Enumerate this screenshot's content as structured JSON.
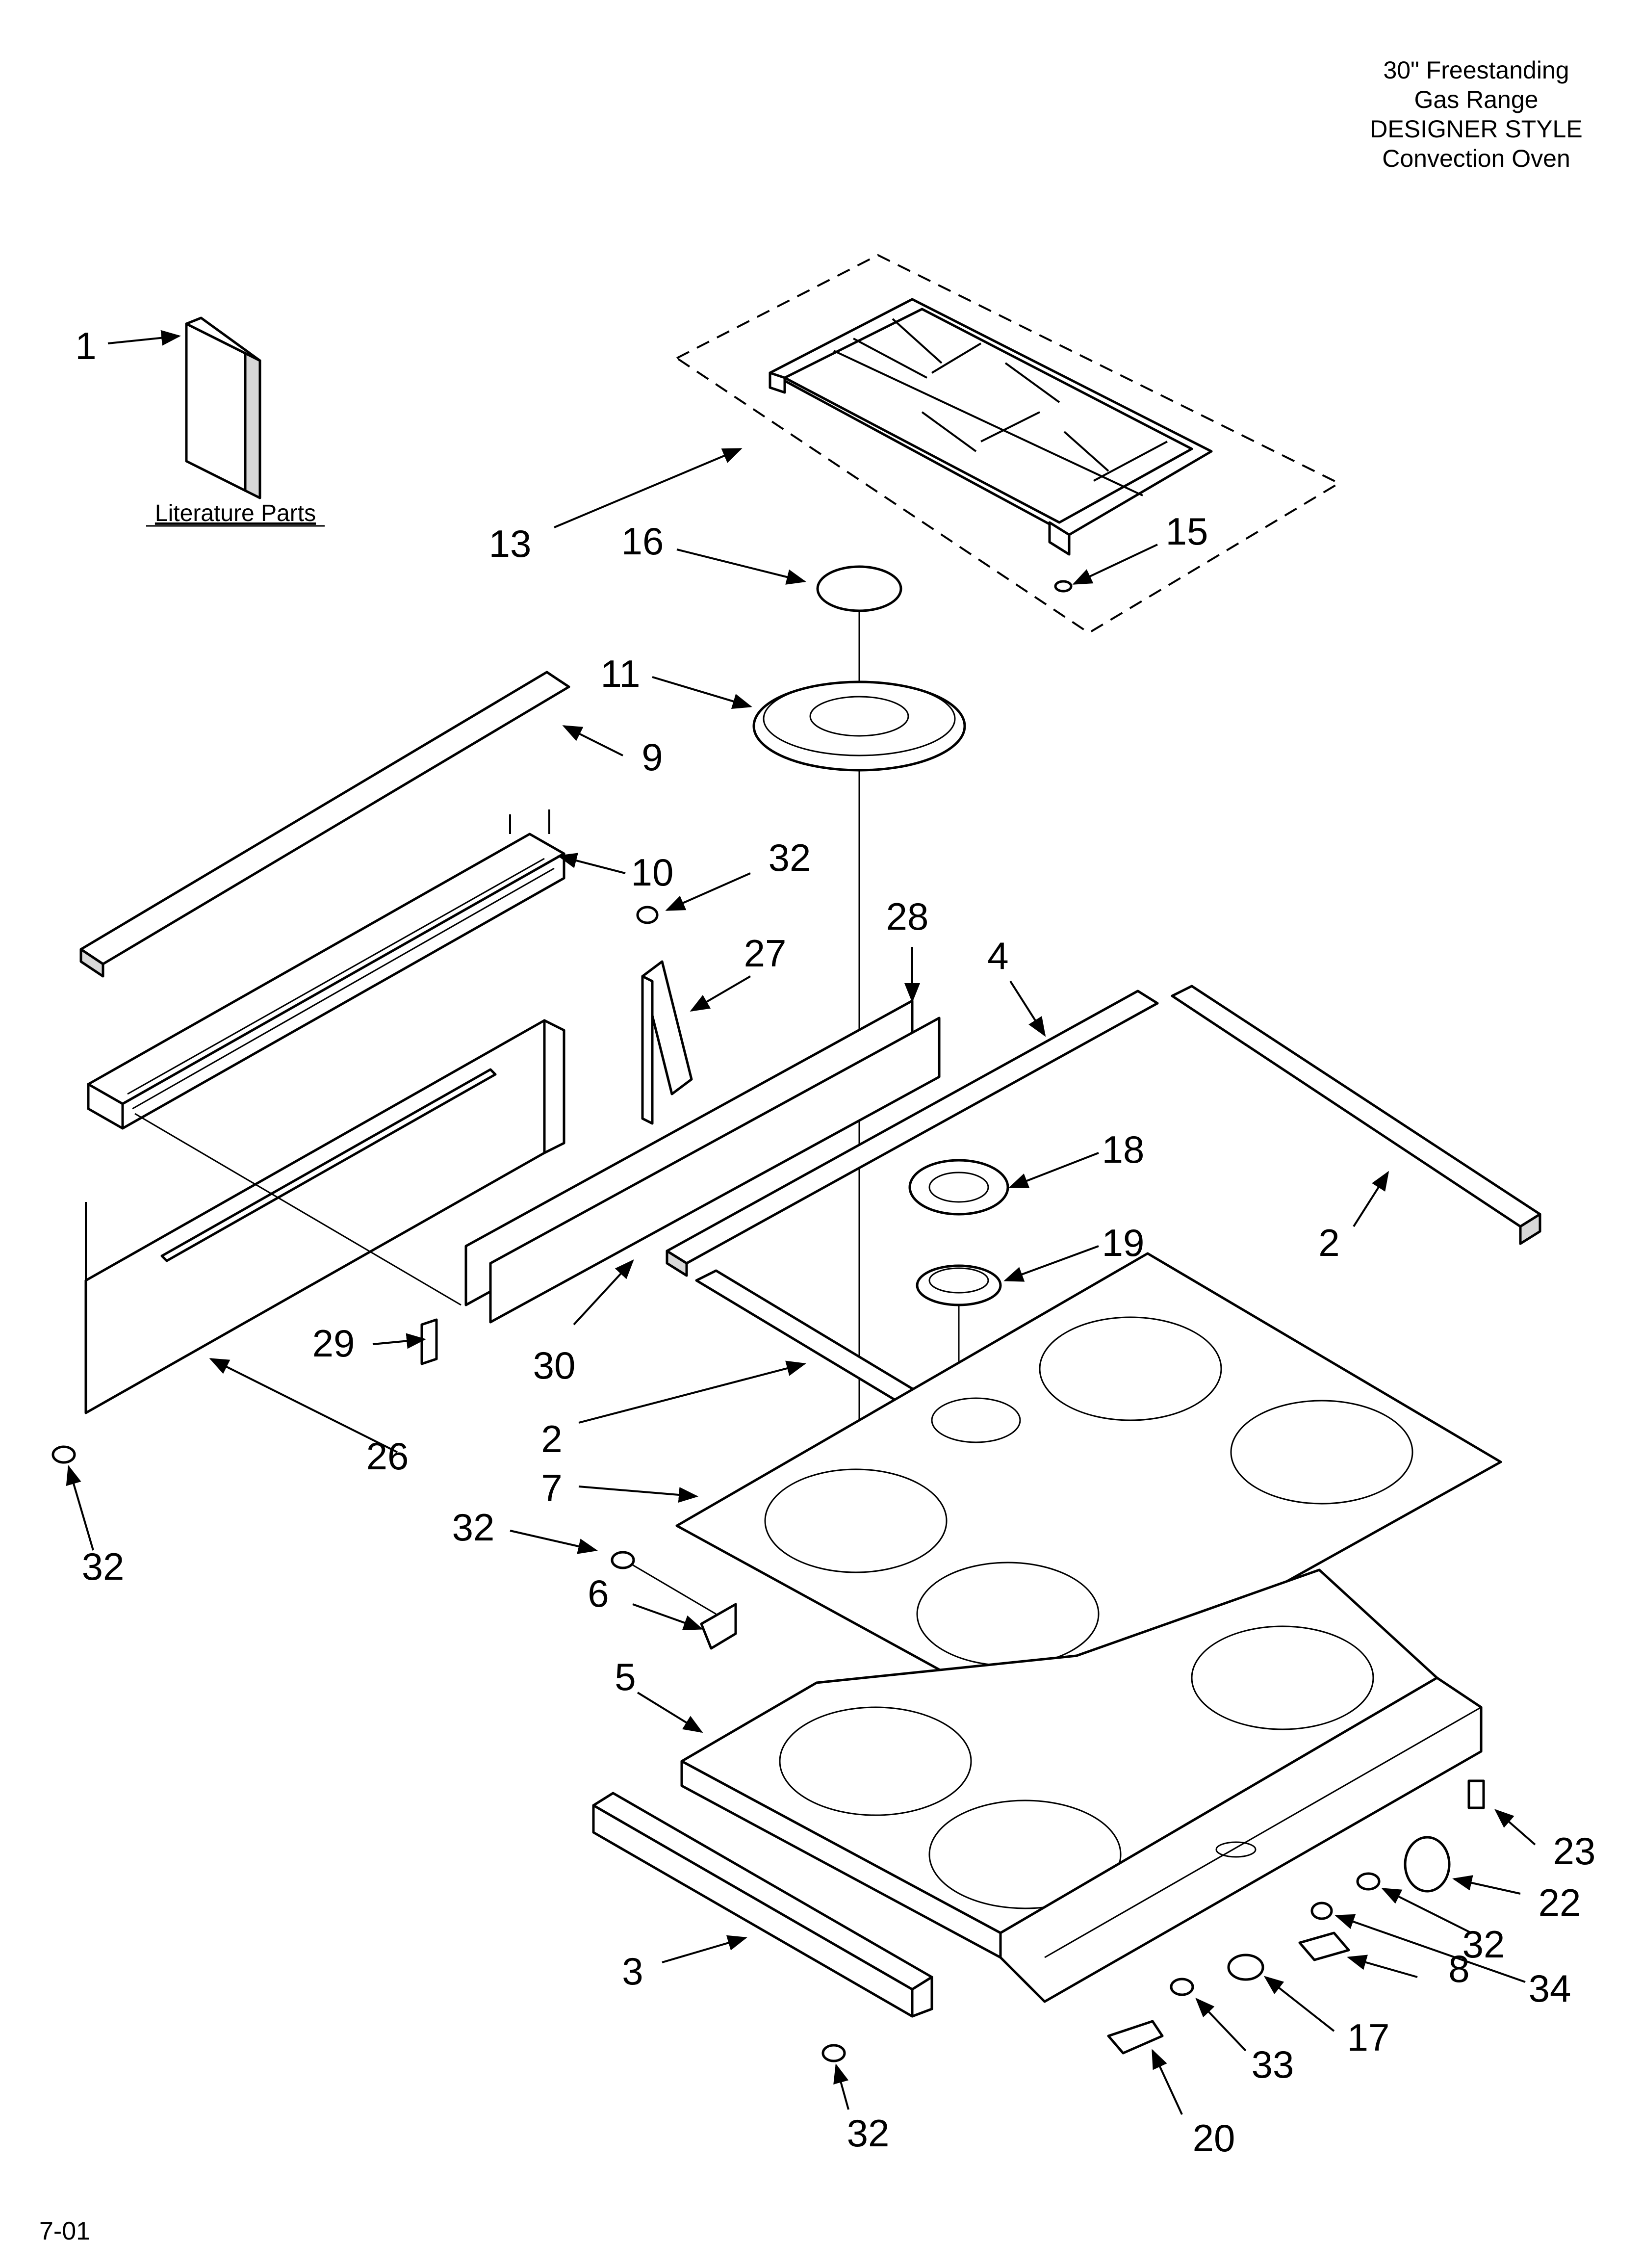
{
  "title": {
    "lines": [
      "30\" Freestanding",
      "Gas Range",
      "DESIGNER STYLE",
      "Convection Oven"
    ]
  },
  "literature_label": "Literature Parts",
  "footer_code": "7-01",
  "callouts": {
    "c1": "1",
    "c2a": "2",
    "c2b": "2",
    "c3": "3",
    "c4": "4",
    "c5": "5",
    "c6": "6",
    "c7": "7",
    "c8": "8",
    "c9": "9",
    "c10": "10",
    "c11": "11",
    "c13": "13",
    "c15": "15",
    "c16": "16",
    "c17": "17",
    "c18": "18",
    "c19": "19",
    "c20": "20",
    "c22": "22",
    "c23": "23",
    "c26": "26",
    "c27": "27",
    "c28": "28",
    "c29": "29",
    "c30": "30",
    "c32a": "32",
    "c32b": "32",
    "c32c": "32",
    "c32d": "32",
    "c32e": "32",
    "c33": "33",
    "c34": "34"
  }
}
